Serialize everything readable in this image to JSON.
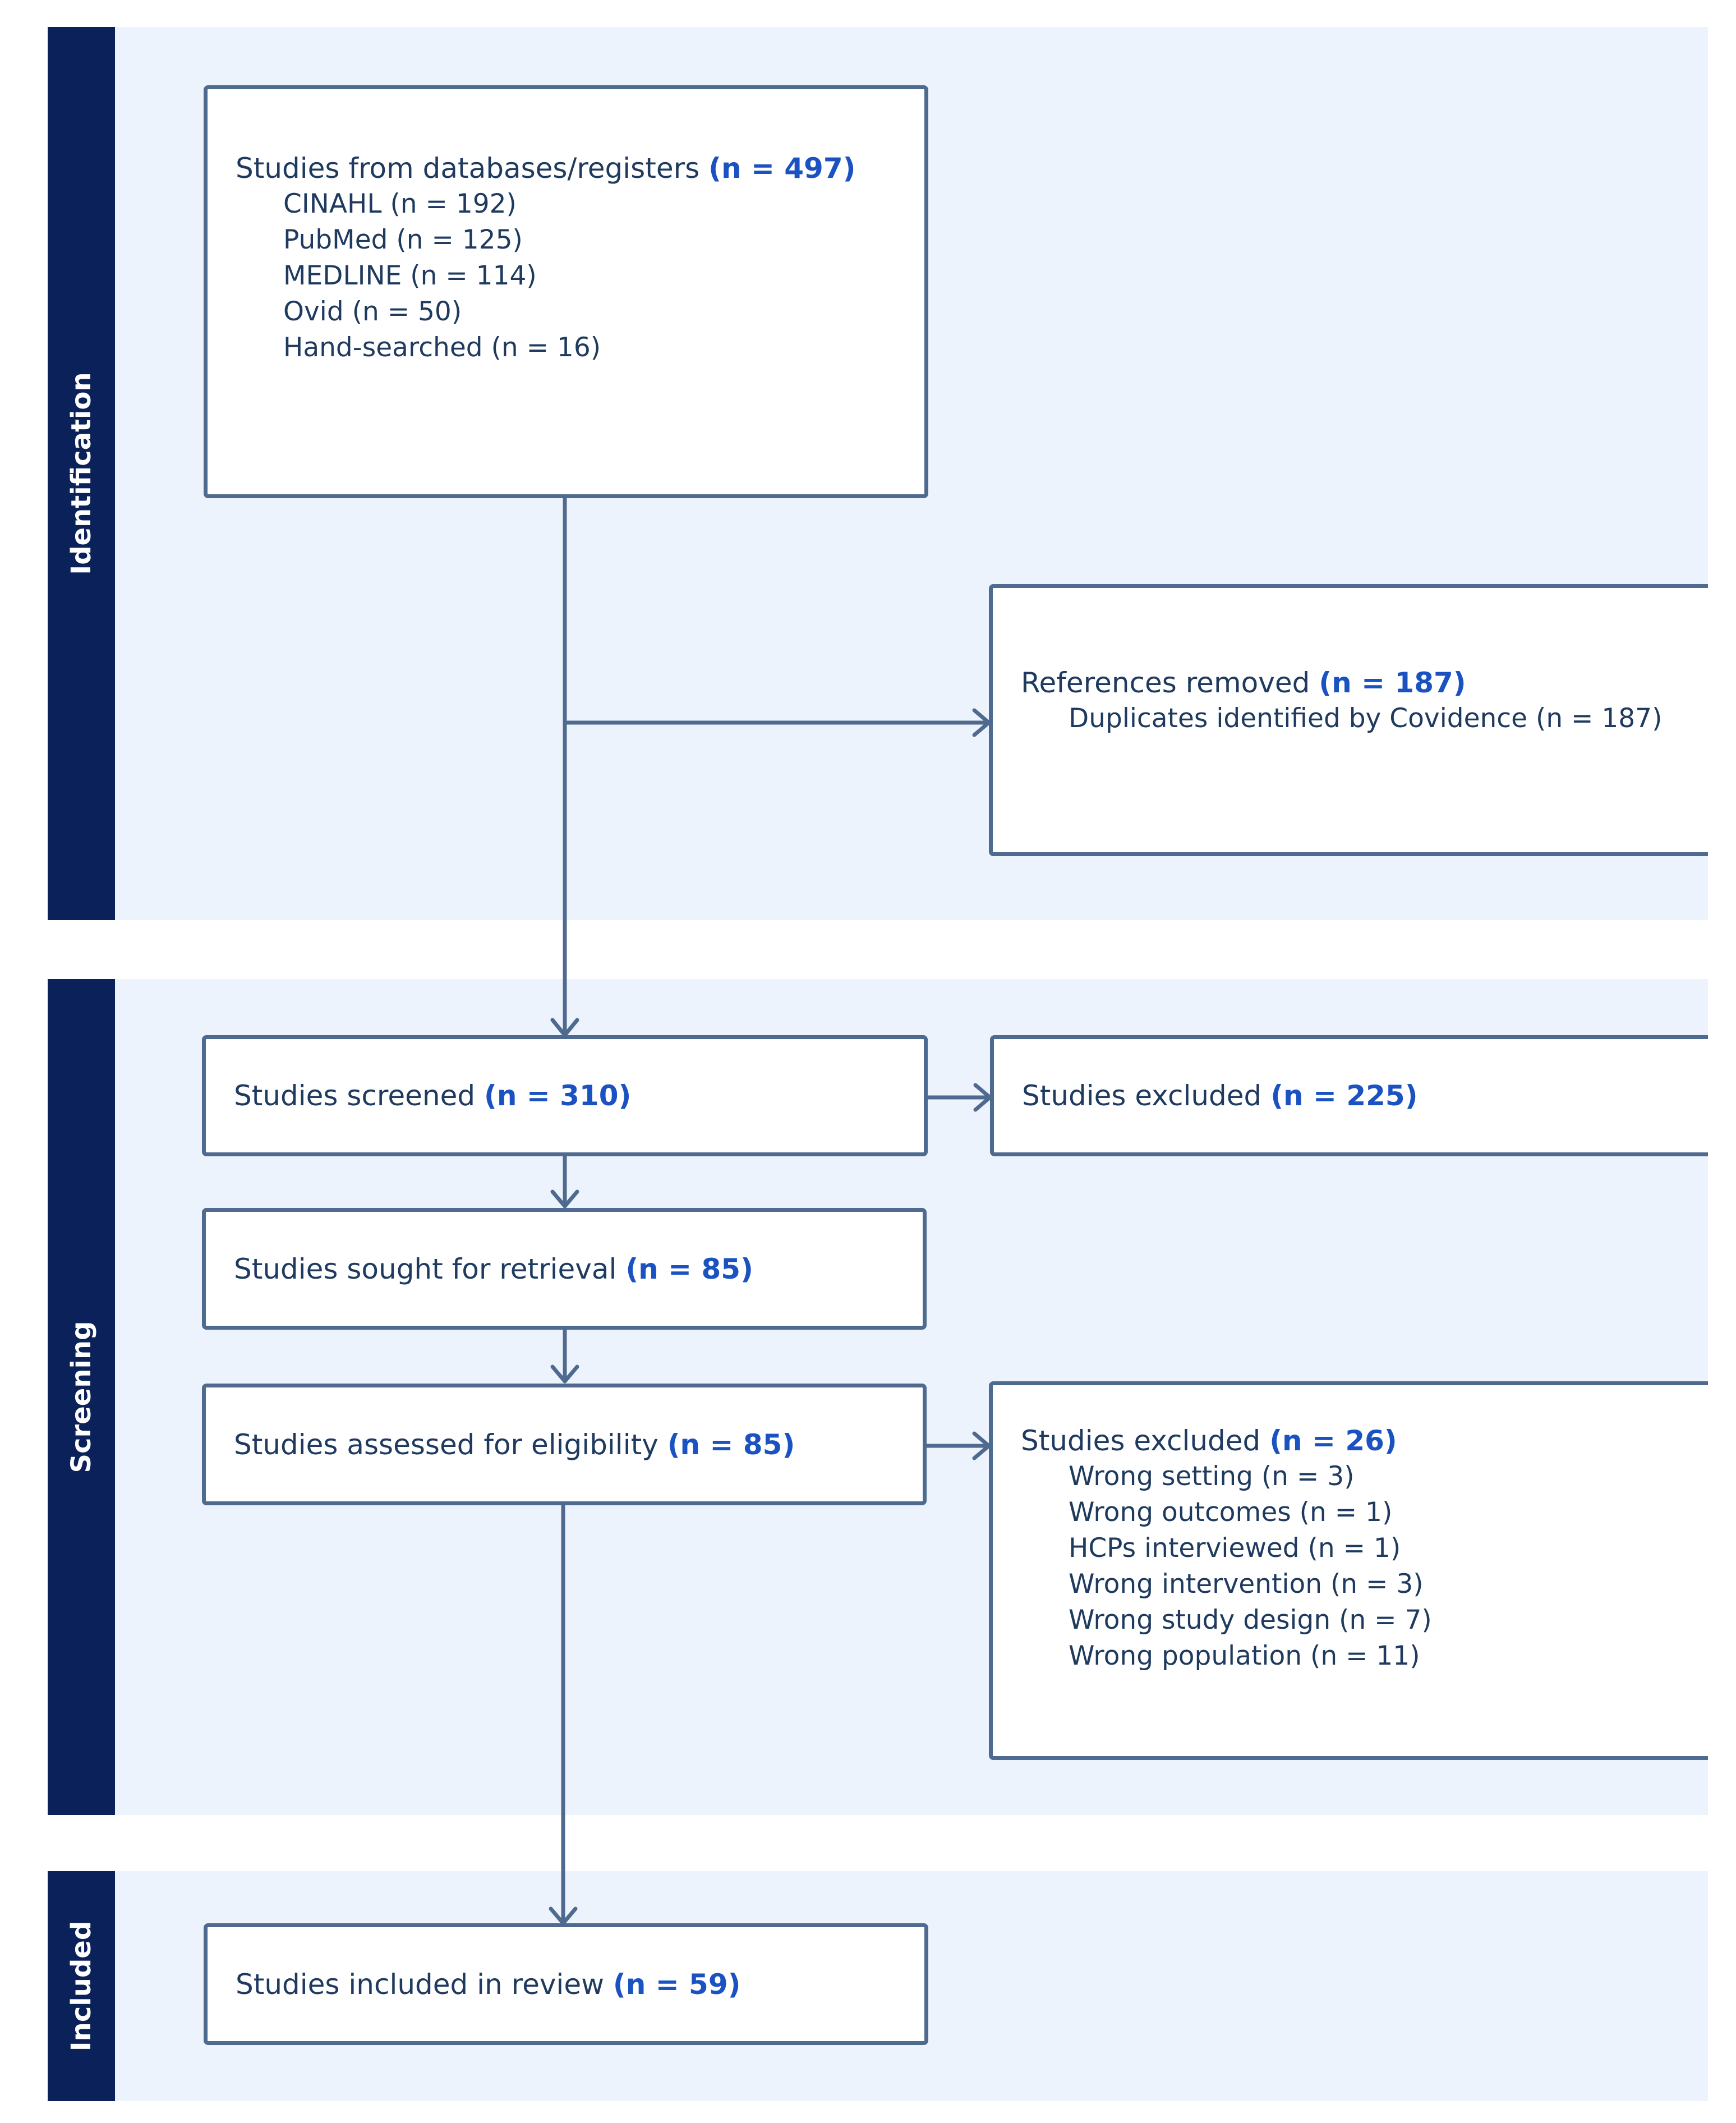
{
  "phases": {
    "identification": "Identification",
    "screening": "Screening",
    "included": "Included"
  },
  "records": {
    "label": "Studies from databases/registers",
    "count": "(n = 497)",
    "sources": [
      "CINAHL (n = 192)",
      "PubMed (n = 125)",
      "MEDLINE (n = 114)",
      "Ovid (n = 50)",
      "Hand-searched (n = 16)"
    ]
  },
  "removed": {
    "label": "References removed",
    "count": "(n = 187)",
    "detail": "Duplicates identified by Covidence (n = 187)"
  },
  "screened": {
    "label": "Studies screened",
    "count": "(n = 310)"
  },
  "excluded_screening": {
    "label": "Studies excluded",
    "count": "(n = 225)"
  },
  "retrieval": {
    "label": "Studies sought for retrieval",
    "count": "(n = 85)"
  },
  "eligibility": {
    "label": "Studies assessed for eligibility",
    "count": "(n = 85)"
  },
  "excluded_eligibility": {
    "label": "Studies excluded",
    "count": "(n = 26)",
    "reasons": [
      "Wrong setting (n = 3)",
      "Wrong outcomes (n = 1)",
      "HCPs interviewed (n = 1)",
      "Wrong intervention (n = 3)",
      "Wrong study design (n = 7)",
      "Wrong population (n = 11)"
    ]
  },
  "included": {
    "label": "Studies included in review",
    "count": "(n = 59)"
  },
  "colors": {
    "sidebar": "#0a2259",
    "band": "#ecf3fd",
    "box_border": "#4f6a8f",
    "count_text": "#1a52c2",
    "body_text": "#1f3a5f"
  }
}
